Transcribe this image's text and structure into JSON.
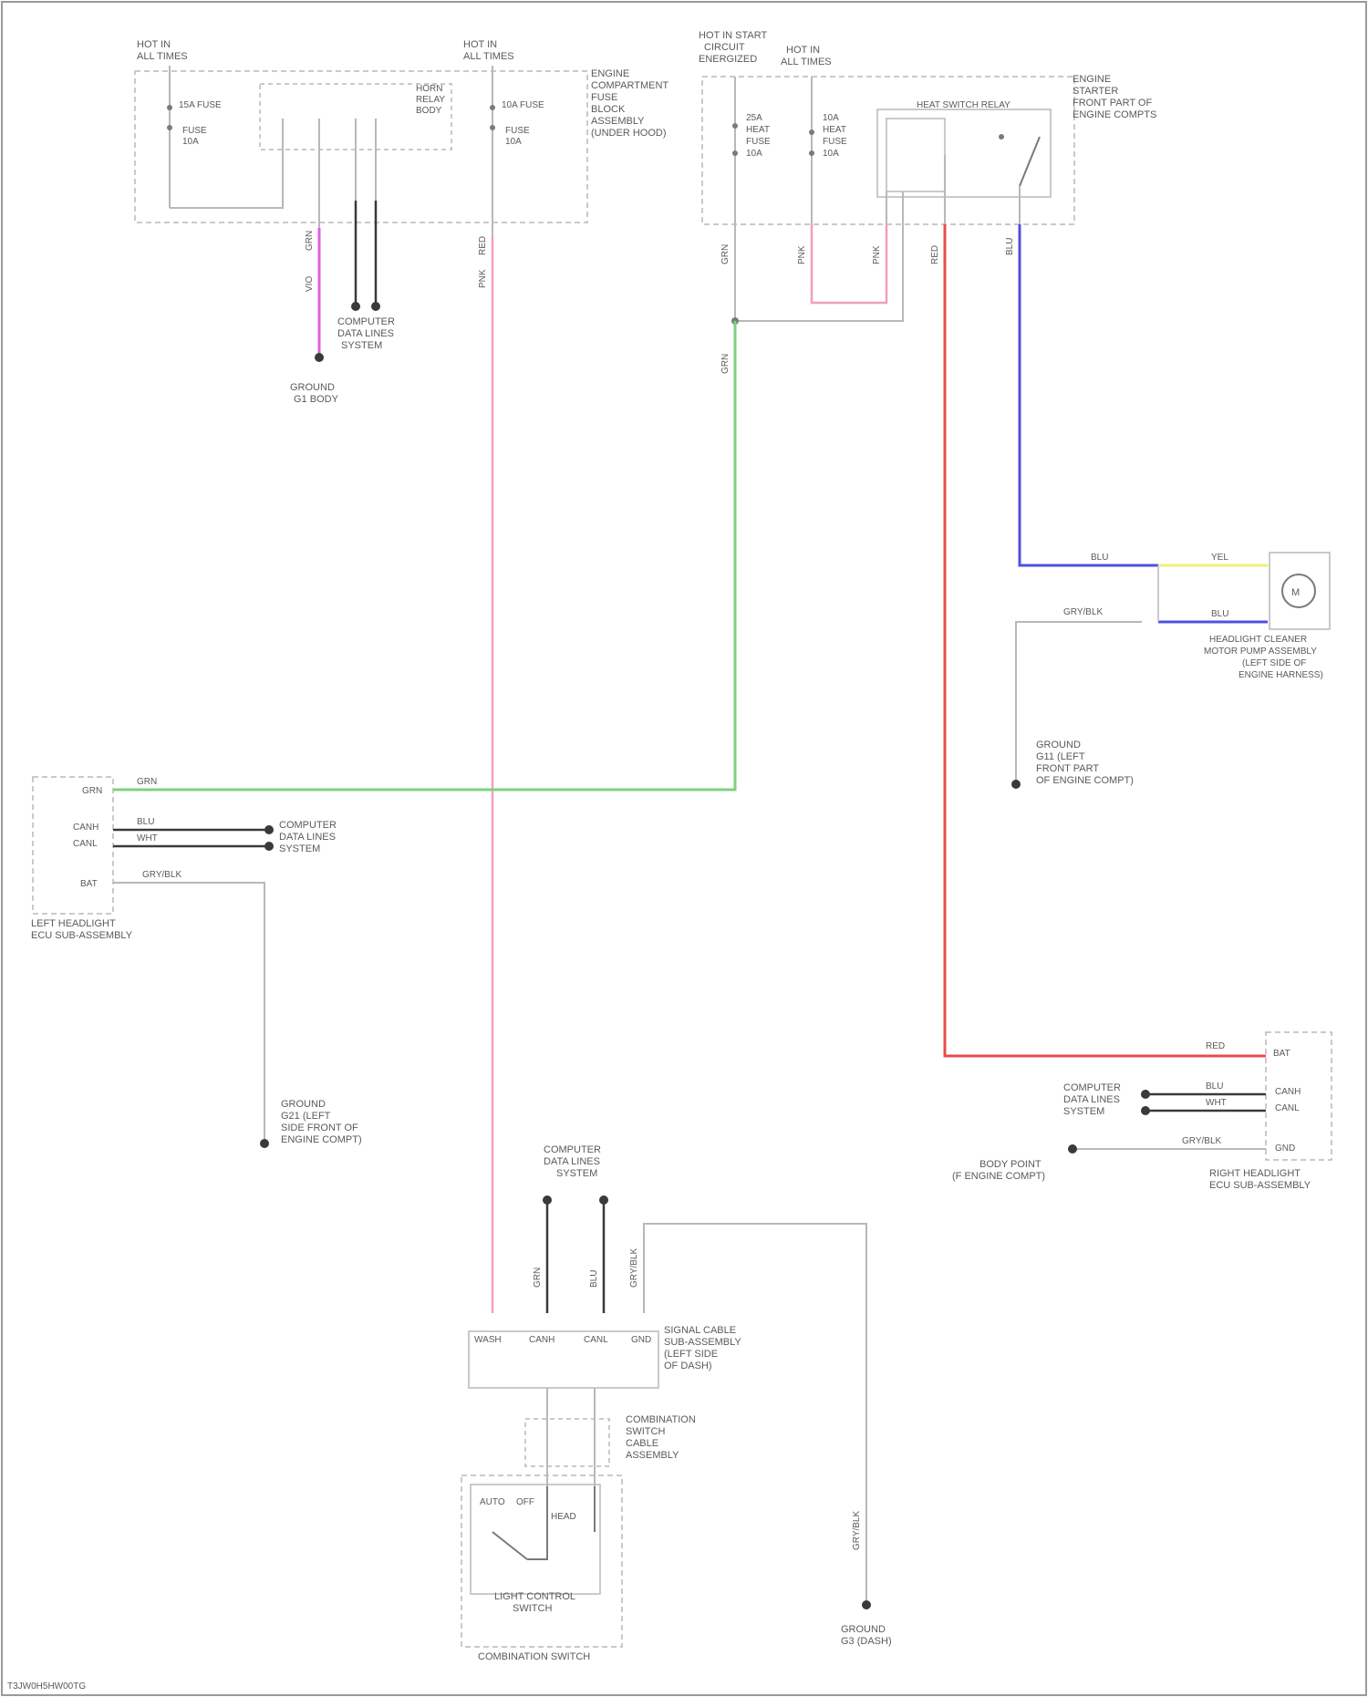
{
  "diagram": {
    "footer_code": "T3JW0H5HW00TG",
    "colors": {
      "border": "#9a9a9a",
      "wire_gray": "#b8b8b8",
      "wire_pink": "#f0a0b8",
      "wire_green": "#7fd07f",
      "wire_red": "#e84c4c",
      "wire_blue": "#5050e0",
      "wire_magenta": "#e060e0",
      "wire_yellow": "#f0f080",
      "wire_black": "#3a3a3a"
    },
    "tl_box": {
      "hot_left": [
        "HOT IN",
        "ALL TIMES"
      ],
      "hot_right": [
        "HOT IN",
        "ALL TIMES"
      ],
      "fuse_left": [
        "15A FUSE",
        "FUSE",
        "10A"
      ],
      "fuse_right": [
        "10A FUSE",
        "FUSE",
        "10A"
      ],
      "inner_box": [
        "HORN",
        "RELAY",
        "BODY"
      ],
      "title": [
        "ENGINE",
        "COMPARTMENT",
        "FUSE",
        "BLOCK",
        "ASSEMBLY",
        "(UNDER HOOD)"
      ],
      "wire_lbl_1": "GRN",
      "wire_lbl_2": "VIO",
      "wire_lbl_3": "RED",
      "computer": [
        "COMPUTER",
        "DATA LINES",
        "SYSTEM"
      ],
      "ground_a": [
        "GROUND",
        "G1 BODY"
      ]
    },
    "tr_box": {
      "hot_start": [
        "HOT IN START",
        "CIRCUIT",
        "ENERGIZED"
      ],
      "hot_all": [
        "HOT IN",
        "ALL TIMES"
      ],
      "fuse_a": [
        "25A",
        "HEAT",
        "FUSE",
        "10A"
      ],
      "fuse_b": [
        "10A",
        "HEAT",
        "FUSE",
        "10A"
      ],
      "relay": "HEAT SWITCH RELAY",
      "title": [
        "ENGINE",
        "STARTER",
        "FRONT PART OF",
        "ENGINE COMPTS"
      ],
      "wire_a": "GRN",
      "wire_b": "PNK",
      "wire_c": "PNK",
      "wire_d": "RED",
      "wire_e": "BLU",
      "wire_f": "GRN"
    },
    "motor": {
      "wire_blu": "BLU",
      "wire_yel": "YEL",
      "wire_blu2": "BLU",
      "wire_gnd": "GRY/BLK",
      "title": [
        "HEADLIGHT CLEANER",
        "MOTOR PUMP ASSEMBLY",
        "(LEFT SIDE OF",
        "ENGINE HARNESS)"
      ],
      "ground_lbl": [
        "GROUND",
        "G11 (LEFT",
        "FRONT PART",
        "OF ENGINE COMPT)"
      ]
    },
    "left_ecu": {
      "pins": [
        "GRN",
        "CANH",
        "CANL",
        "BAT"
      ],
      "wire_grn": "GRN",
      "wire_1": "BLU",
      "wire_2": "WHT",
      "wire_gnd": "GRY/BLK",
      "computer": [
        "COMPUTER",
        "DATA LINES",
        "SYSTEM"
      ],
      "title": [
        "LEFT HEADLIGHT",
        "ECU SUB-ASSEMBLY"
      ],
      "ground_lbl": [
        "GROUND",
        "G21 (LEFT",
        "SIDE FRONT OF",
        "ENGINE COMPT)"
      ]
    },
    "right_ecu": {
      "pins": [
        "BAT",
        "CANH",
        "CANL",
        "GND"
      ],
      "wire_red": "RED",
      "wire_1": "BLU",
      "wire_2": "WHT",
      "wire_gnd": "GRY/BLK",
      "computer": [
        "COMPUTER",
        "DATA LINES",
        "SYSTEM"
      ],
      "ground_lbl": [
        "BODY POINT",
        "(F ENGINE COMPT)"
      ],
      "title": [
        "RIGHT HEADLIGHT",
        "ECU SUB-ASSEMBLY"
      ]
    },
    "bottom": {
      "computer": [
        "COMPUTER",
        "DATA LINES",
        "SYSTEM"
      ],
      "wire_pink": "PNK",
      "wire_1": "GRN",
      "wire_2": "BLU",
      "wire_gnd": "GRY/BLK",
      "pins": [
        "WASH",
        "CANH",
        "CANL",
        "GND"
      ],
      "title": [
        "SIGNAL CABLE",
        "SUB-ASSEMBLY",
        "(LEFT SIDE",
        "OF DASH)"
      ],
      "clock": [
        "COMBINATION",
        "SWITCH",
        "CABLE",
        "ASSEMBLY"
      ],
      "switch_lbl": [
        "LIGHT CONTROL",
        "SWITCH"
      ],
      "sw_text": [
        "AUTO",
        "OFF",
        "HEAD"
      ],
      "combo": "COMBINATION SWITCH",
      "ground_lbl": [
        "GROUND",
        "G3 (DASH)"
      ]
    }
  }
}
